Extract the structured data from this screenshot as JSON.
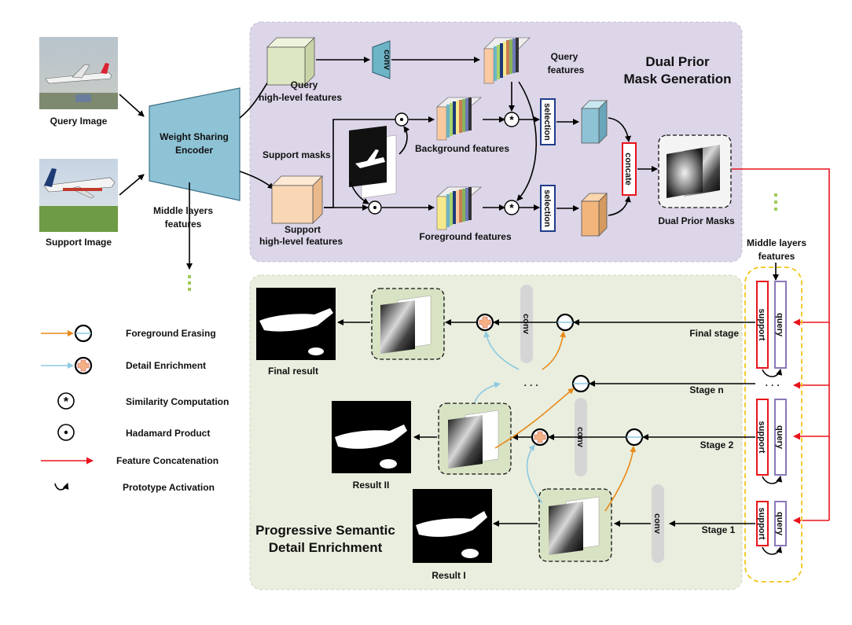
{
  "inputs": {
    "query_image": "Query Image",
    "support_image": "Support Image",
    "encoder": "Weight Sharing Encoder",
    "middle_features": "Middle layers features"
  },
  "dual_prior": {
    "title_line1": "Dual Prior",
    "title_line2": "Mask Generation",
    "conv": "conv",
    "query_features_line1": "Query",
    "query_features_line2": "features",
    "query_high_line1": "Query",
    "query_high_line2": "high-level features",
    "support_masks": "Support masks",
    "support_high_line1": "Support",
    "support_high_line2": "high-level features",
    "background_features": "Background features",
    "foreground_features": "Foreground features",
    "selection": "selection",
    "concate": "concate",
    "dual_prior_masks": "Dual Prior Masks"
  },
  "pse": {
    "title_line1": "Progressive Semantic",
    "title_line2": "Detail Enrichment",
    "final_result": "Final result",
    "result_2": "Result II",
    "result_1": "Result I",
    "conv": "conv",
    "final_stage": "Final stage",
    "stage_n": "Stage n",
    "stage_2": "Stage 2",
    "stage_1": "Stage 1",
    "ellipsis": "· · ·",
    "middle_layers_line1": "Middle layers",
    "middle_layers_line2": "features",
    "support": "support",
    "query": "query"
  },
  "legend": {
    "foreground_erasing": "Foreground Erasing",
    "detail_enrichment": "Detail   Enrichment",
    "similarity": "Similarity  Computation",
    "hadamard": "Hadamard  Product",
    "concatenation": "Feature Concatenation",
    "prototype": "Prototype  Activation"
  },
  "colors": {
    "dual_prior_bg": "#ddd5e8",
    "pse_bg": "#e9eedf",
    "encoder": "#8ec3d6",
    "query_cube": "#dde7c3",
    "support_cube": "#f9d7b4",
    "arrow_red": "#e8141c",
    "arrow_orange": "#e88a1a",
    "arrow_blue": "#8ec9e0",
    "stage_box_yellow": "#f5c518"
  }
}
